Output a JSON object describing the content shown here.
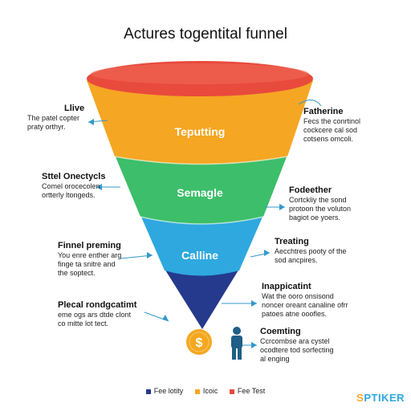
{
  "title": "Actures togentital funnel",
  "layers": [
    {
      "label": "Teputting",
      "color": "#F5A623"
    },
    {
      "label": "Semagle",
      "color": "#3DBE6A"
    },
    {
      "label": "Calline",
      "color": "#2EA8DF"
    }
  ],
  "top_rim_color": "#E84A3C",
  "bottom_color": "#253A8C",
  "coin_color": "#F5A81F",
  "coin_symbol": "$",
  "person_color": "#1F5E86",
  "arrow_color": "#3399CC",
  "left_annotations": [
    {
      "heading": "Llive",
      "body": "The patel copter\npraty orthyr."
    },
    {
      "heading": "Sttel Onectycls",
      "body": "Comel orocecolen\nortterly ltongeds."
    },
    {
      "heading": "Finnel preming",
      "body": "You enre enther arg\nfinge ta snitre and\nthe soptect."
    },
    {
      "heading": "Plecal rondgcatimt",
      "body": "eme ogs ars dtde clont\nco mitte lot tect."
    }
  ],
  "right_annotations": [
    {
      "heading": "Fatherine",
      "body": "Fecs the conrtinol\ncockcere cal sod\ncotsens omcoli."
    },
    {
      "heading": "Fodeether",
      "body": "Cortckliy the sond\nprotoon the voluton\nbagiot oe yoers."
    },
    {
      "heading": "Treating",
      "body": "Aecchtres pooty of the\nsod ancpires."
    },
    {
      "heading": "Inappicatint",
      "body": "Wat the ooro onsisond\nnoncer oreant canaline ofrr\npatoes atne ooofles."
    },
    {
      "heading": "Coemting",
      "body": "Ccrcombse ara cystel\nocodtere tod sorfecting\nal enging"
    }
  ],
  "legend": [
    {
      "label": "Fee lotity",
      "color": "#253A8C"
    },
    {
      "label": "Icoic",
      "color": "#F5A623"
    },
    {
      "label": "Fee Test",
      "color": "#E84A3C"
    }
  ],
  "logo": {
    "prefix": "S",
    "rest": "PTIKER",
    "prefix_color": "#F5A623",
    "rest_color": "#2EA8DF"
  }
}
